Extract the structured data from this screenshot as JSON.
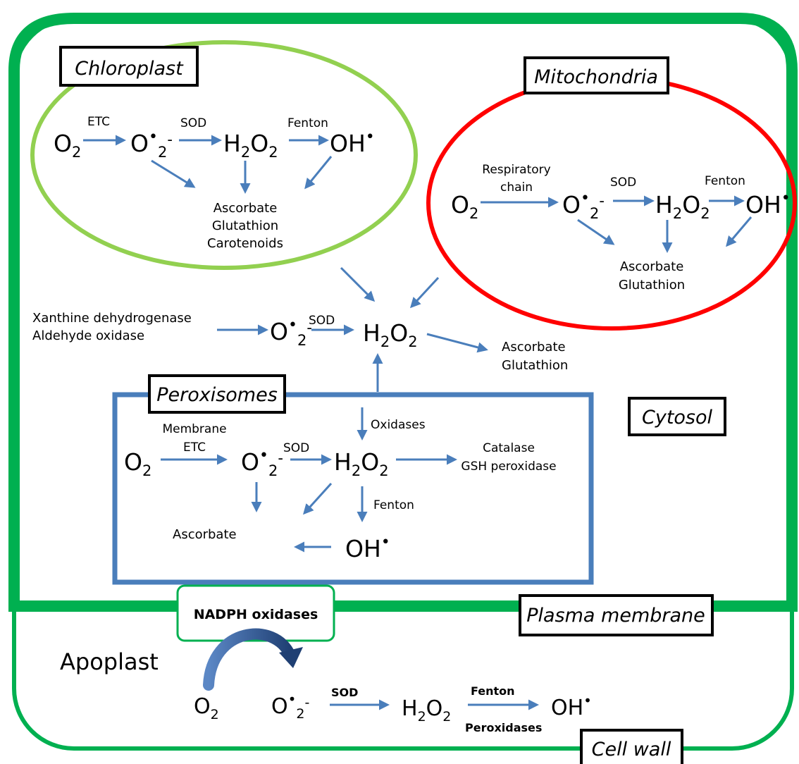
{
  "compartments": {
    "chloroplast": "Chloroplast",
    "mitochondria": "Mitochondria",
    "cytosol": "Cytosol",
    "peroxisomes": "Peroxisomes",
    "plasma_membrane": "Plasma membrane",
    "apoplast": "Apoplast",
    "cell_wall": "Cell wall",
    "nadph_oxidases": "NADPH oxidases"
  },
  "species": {
    "o2_base": "O",
    "o2_sub": "2",
    "superoxide_base": "O",
    "superoxide_dot": "•",
    "superoxide_sub": "2",
    "superoxide_charge": "-",
    "h2o2_h": "H",
    "h2o2_sub1": "2",
    "h2o2_o": "O",
    "h2o2_sub2": "2",
    "hydroxyl": "OH",
    "hydroxyl_dot": "•"
  },
  "chloroplast": {
    "etc": "ETC",
    "sod": "SOD",
    "fenton": "Fenton",
    "scavengers": [
      "Ascorbate",
      "Glutathion",
      "Carotenoids"
    ]
  },
  "mitochondria": {
    "respiratory": [
      "Respiratory",
      "chain"
    ],
    "sod": "SOD",
    "fenton": "Fenton",
    "scavengers": [
      "Ascorbate",
      "Glutathion"
    ]
  },
  "cytosol_pathway": {
    "sources": [
      "Xanthine dehydrogenase",
      "Aldehyde oxidase"
    ],
    "sod": "SOD",
    "scavengers": [
      "Ascorbate",
      "Glutathion"
    ]
  },
  "peroxisome": {
    "membrane_etc": [
      "Membrane",
      "ETC"
    ],
    "sod": "SOD",
    "oxidases": "Oxidases",
    "fenton": "Fenton",
    "catalase": [
      "Catalase",
      "GSH peroxidase"
    ],
    "ascorbate": "Ascorbate"
  },
  "apoplast_pathway": {
    "sod": "SOD",
    "fenton": "Fenton",
    "peroxidases": "Peroxidases"
  },
  "colors": {
    "cell_green": "#00b050",
    "chloroplast_green": "#92d050",
    "mitochondria_red": "#ff0000",
    "peroxisome_blue": "#4a7ebb",
    "arrow_blue": "#4a7ebb",
    "apoplast_arrow": "#2f5597"
  }
}
